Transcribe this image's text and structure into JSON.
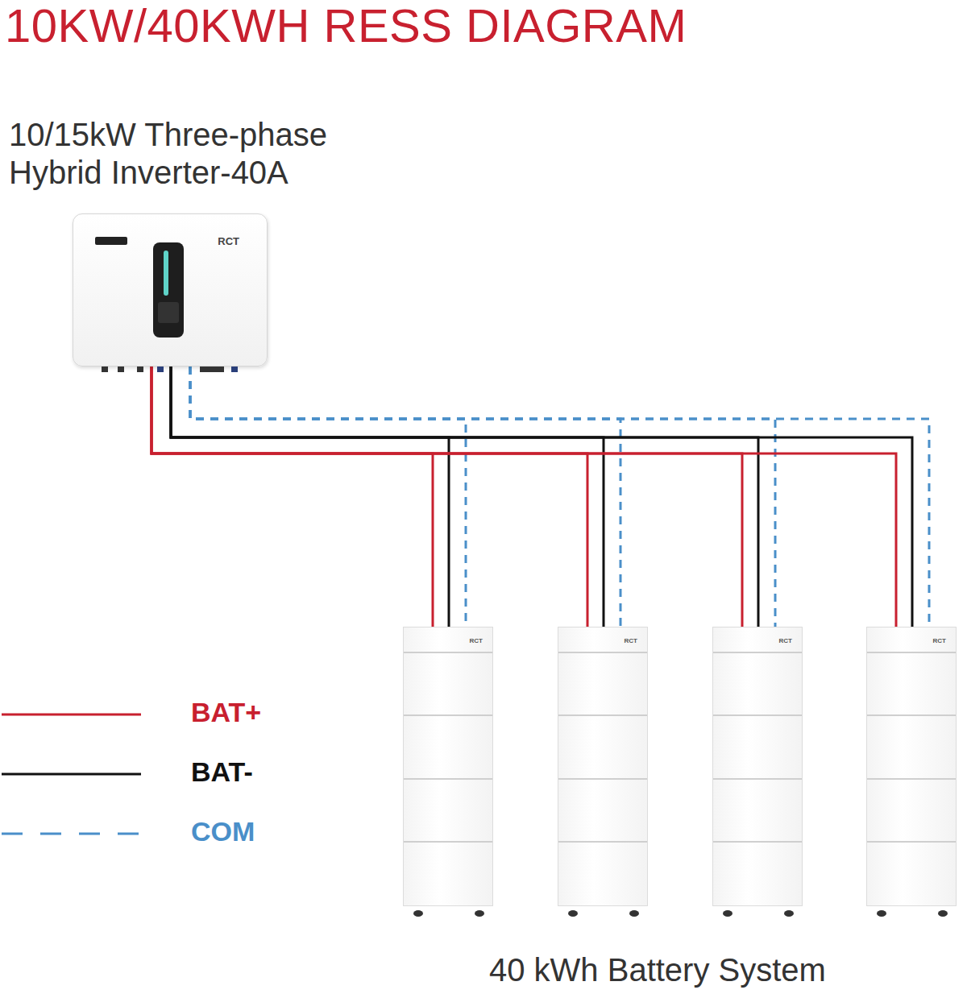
{
  "diagram": {
    "title": "10KW/40KWH RESS DIAGRAM",
    "caption": "40 kWh Battery System",
    "nodes": [
      {
        "text": [
          "10/15kW Three-phase Hybrid Inverter-40A",
          "RCT"
        ]
      },
      {
        "text": [
          "RCT"
        ]
      },
      {
        "text": [
          "RCT"
        ]
      },
      {
        "text": [
          "RCT"
        ]
      },
      {
        "text": [
          "RCT"
        ]
      }
    ],
    "edges": [
      {
        "from": 0,
        "to": 1,
        "arrow": "none"
      },
      {
        "from": 0,
        "to": 1,
        "arrow": "none"
      },
      {
        "from": 0,
        "to": 1,
        "arrow": "none"
      },
      {
        "from": 0,
        "to": 2,
        "arrow": "none"
      },
      {
        "from": 0,
        "to": 2,
        "arrow": "none"
      },
      {
        "from": 0,
        "to": 2,
        "arrow": "none"
      },
      {
        "from": 0,
        "to": 3,
        "arrow": "none"
      },
      {
        "from": 0,
        "to": 3,
        "arrow": "none"
      },
      {
        "from": 0,
        "to": 3,
        "arrow": "none"
      },
      {
        "from": 0,
        "to": 4,
        "arrow": "none"
      },
      {
        "from": 0,
        "to": 4,
        "arrow": "none"
      },
      {
        "from": 0,
        "to": 4,
        "arrow": "none"
      }
    ],
    "legend": [
      {
        "text": "BAT+"
      },
      {
        "text": "BAT-"
      },
      {
        "text": "COM"
      }
    ]
  }
}
